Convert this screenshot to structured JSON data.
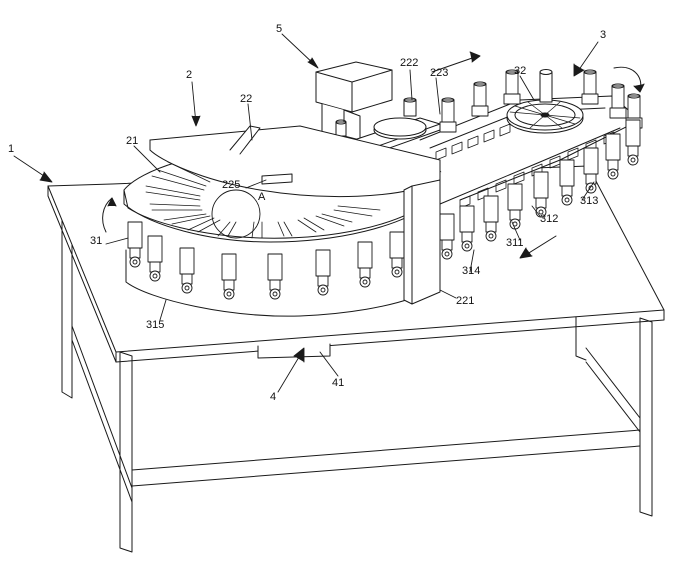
{
  "figure": {
    "labels": {
      "l1": "1",
      "l2": "2",
      "l3": "3",
      "l4": "4",
      "l5": "5",
      "l21": "21",
      "l22": "22",
      "l222": "222",
      "l223": "223",
      "l225": "225",
      "lA": "A",
      "l221": "221",
      "l31": "31",
      "l32": "32",
      "l311": "311",
      "l312": "312",
      "l313": "313",
      "l314": "314",
      "l315": "315",
      "l41": "41"
    }
  }
}
